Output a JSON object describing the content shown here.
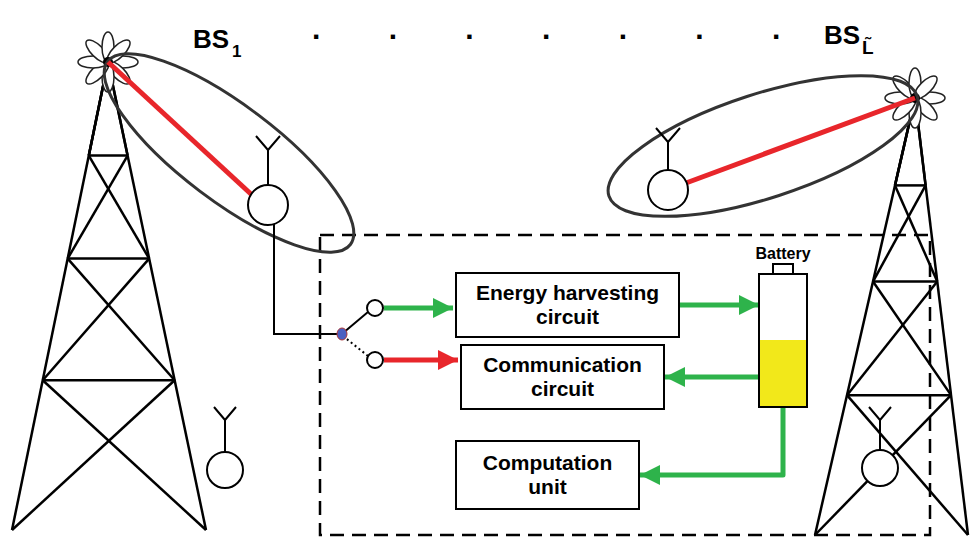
{
  "diagram": {
    "nodes": [
      {
        "text": [
          "Energy harvesting circuit"
        ]
      },
      {
        "text": [
          "Battery"
        ]
      },
      {
        "text": [
          "Communication circuit"
        ]
      },
      {
        "text": [
          "Computation unit"
        ]
      }
    ],
    "edges": [
      {
        "from": 0,
        "to": 1,
        "arrow": "to"
      },
      {
        "from": 1,
        "to": 2,
        "arrow": "to"
      },
      {
        "from": 1,
        "to": 3,
        "arrow": "to"
      }
    ],
    "labels": [
      "BS",
      "1",
      ". . . . . . .",
      "BS",
      "L̃"
    ]
  }
}
